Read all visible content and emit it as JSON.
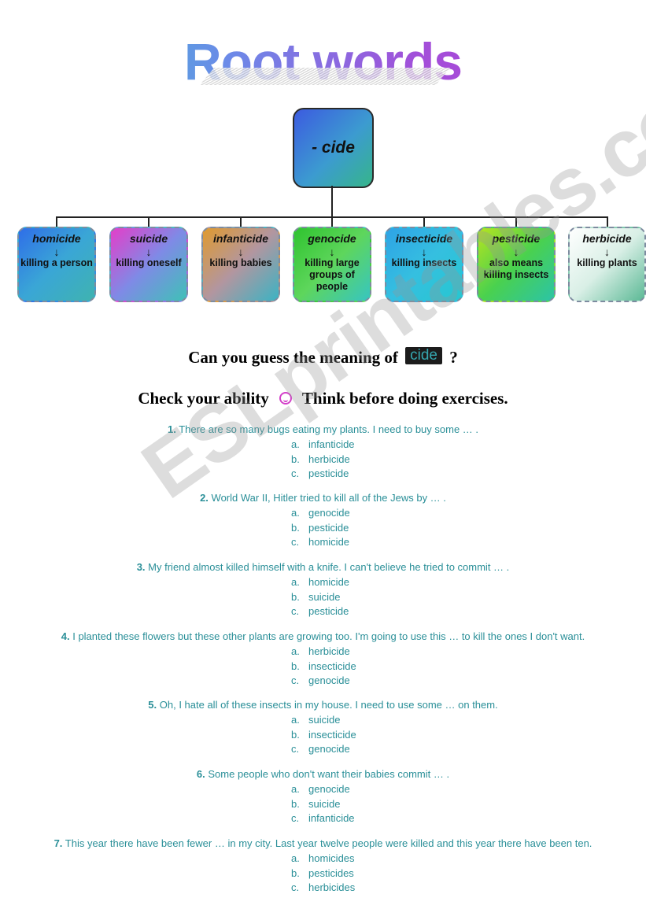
{
  "title": "Root words",
  "root": "- cide",
  "cards": [
    {
      "word": "homicide",
      "arrow": "↓",
      "meaning": "killing a person",
      "gradient": [
        "#2f6ee8",
        "#3aa6d6",
        "#3fb3b0"
      ]
    },
    {
      "word": "suicide",
      "arrow": "↓",
      "meaning": "killing oneself",
      "gradient": [
        "#e43ec9",
        "#7f8ae6",
        "#3fc1b7"
      ]
    },
    {
      "word": "infanticide",
      "arrow": "↓",
      "meaning": "killing babies",
      "gradient": [
        "#e09a2f",
        "#b296a0",
        "#3bb3c3"
      ]
    },
    {
      "word": "genocide",
      "arrow": "↓",
      "meaning": "killing large groups of people",
      "gradient": [
        "#2fc32f",
        "#5ed65c",
        "#37c5c1"
      ]
    },
    {
      "word": "insecticide",
      "arrow": "↓",
      "meaning": "killing insects",
      "gradient": [
        "#2ea3e6",
        "#35bfe0",
        "#26c7d0"
      ]
    },
    {
      "word": "pesticide",
      "arrow": "↓",
      "meaning": "also means killing insects",
      "gradient": [
        "#b6e41f",
        "#4ad14e",
        "#2cc4a6"
      ]
    },
    {
      "word": "herbicide",
      "arrow": "↓",
      "meaning": "killing plants",
      "gradient": [
        "#ffffff",
        "#d9efe6",
        "#5bb995"
      ]
    }
  ],
  "guess": {
    "before": "Can you guess the meaning of",
    "word": "cide",
    "after": "?"
  },
  "check": {
    "before": "Check your ability",
    "after": "Think before doing exercises."
  },
  "questions": [
    {
      "num": "1.",
      "text": "There are so many bugs eating my plants. I need to buy some … .",
      "options": [
        {
          "l": "a.",
          "t": "infanticide"
        },
        {
          "l": "b.",
          "t": "herbicide"
        },
        {
          "l": "c.",
          "t": "pesticide"
        }
      ]
    },
    {
      "num": "2.",
      "text": "World War II, Hitler tried to kill all of the Jews by … .",
      "options": [
        {
          "l": "a.",
          "t": "genocide"
        },
        {
          "l": "b.",
          "t": "pesticide"
        },
        {
          "l": "c.",
          "t": "homicide"
        }
      ]
    },
    {
      "num": "3.",
      "text": "My friend almost killed himself with a knife. I can't believe he tried to commit … .",
      "options": [
        {
          "l": "a.",
          "t": "homicide"
        },
        {
          "l": "b.",
          "t": "suicide"
        },
        {
          "l": "c.",
          "t": "pesticide"
        }
      ]
    },
    {
      "num": "4.",
      "text": "I planted these flowers but these other plants are growing too. I'm going to use this … to kill the ones I don't want.",
      "options": [
        {
          "l": "a.",
          "t": "herbicide"
        },
        {
          "l": "b.",
          "t": "insecticide"
        },
        {
          "l": "c.",
          "t": "genocide"
        }
      ]
    },
    {
      "num": "5.",
      "text": "Oh, I hate all of these insects in my house. I need to use some … on them.",
      "options": [
        {
          "l": "a.",
          "t": "suicide"
        },
        {
          "l": "b.",
          "t": "insecticide"
        },
        {
          "l": "c.",
          "t": "genocide"
        }
      ]
    },
    {
      "num": "6.",
      "text": "Some people who don't want their babies commit … .",
      "options": [
        {
          "l": "a.",
          "t": "genocide"
        },
        {
          "l": "b.",
          "t": "suicide"
        },
        {
          "l": "c.",
          "t": "infanticide"
        }
      ]
    },
    {
      "num": "7.",
      "text": "This year there have been fewer … in my city. Last year twelve people were killed and this year there have been ten.",
      "options": [
        {
          "l": "a.",
          "t": "homicides"
        },
        {
          "l": "b.",
          "t": "pesticides"
        },
        {
          "l": "c.",
          "t": "herbicides"
        }
      ]
    }
  ],
  "watermark": "ESLprintables.com"
}
